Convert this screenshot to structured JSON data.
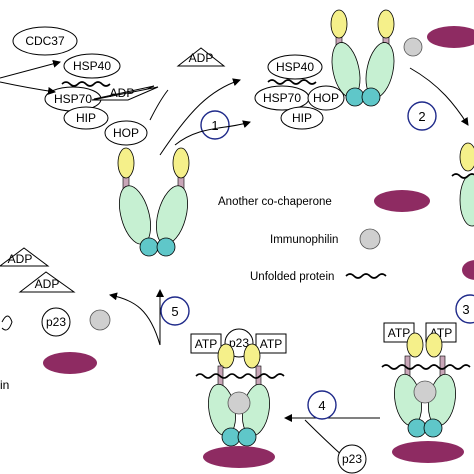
{
  "labels": {
    "cdc37": "CDC37",
    "hsp40_left": "HSP40",
    "hsp70_left": "HSP70",
    "adp_left_complex": "ADP",
    "hip_left": "HIP",
    "hop_top": "HOP",
    "adp_top": "ADP",
    "hsp40_right": "HSP40",
    "hsp70_right": "HSP70",
    "hop_right": "HOP",
    "hip_right": "HIP",
    "adp_far_left_1": "ADP",
    "adp_far_left_2": "ADP",
    "p23_left": "p23",
    "atp_bottom_left_a": "ATP",
    "p23_bottom_left": "p23",
    "atp_bottom_left_b": "ATP",
    "atp_bottom_right_a": "ATP",
    "atp_bottom_right_b": "ATP",
    "p23_bottom": "p23",
    "cut_text": "in"
  },
  "legend": {
    "cochaperone": "Another co-chaperone",
    "immunophilin": "Immunophilin",
    "unfolded": "Unfolded protein"
  },
  "steps": [
    "1",
    "2",
    "3",
    "4",
    "5"
  ],
  "colors": {
    "middle_domain": "#c6f0d2",
    "n_domain": "#f5f08a",
    "c_domain": "#5fc7c9",
    "linker": "#c9a6b8",
    "cochaperone": "#8e2b62",
    "immunophilin": "#cfcfcf",
    "step_circle_stroke": "#1f2a8a"
  }
}
